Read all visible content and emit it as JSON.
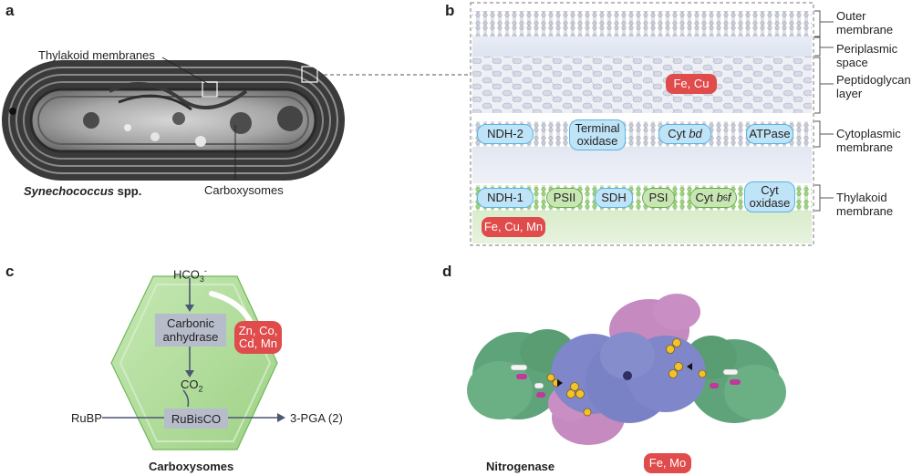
{
  "panel_a": {
    "letter": "a",
    "label_thylakoid": "Thylakoid membranes",
    "label_carboxysomes": "Carboxysomes",
    "species_italic": "Synechococcus",
    "species_suffix": " spp."
  },
  "panel_b": {
    "letter": "b",
    "layers": [
      {
        "line1": "Outer",
        "line2": "membrane"
      },
      {
        "line1": "Periplasmic",
        "line2": "space"
      },
      {
        "line1": "Peptidoglycan",
        "line2": "layer"
      },
      {
        "line1": "Cytoplasmic",
        "line2": "membrane"
      },
      {
        "line1": "Thylakoid",
        "line2": "membrane"
      }
    ],
    "metal_periplasm": "Fe, Cu",
    "metal_thylakoid": "Fe, Cu, Mn",
    "cyto_proteins": [
      "NDH-2",
      "Cyt bd",
      "ATPase"
    ],
    "terminal_oxidase": {
      "line1": "Terminal",
      "line2": "oxidase"
    },
    "cyt_bd": {
      "main": "Cyt ",
      "italic": "bd"
    },
    "thyl_proteins": {
      "ndh1": "NDH-1",
      "psii": "PSII",
      "sdh": "SDH",
      "psi": "PSI",
      "cyt_b6f": {
        "pre": "Cyt ",
        "b": "b",
        "sub": "6",
        "f": "f"
      },
      "cyt_oxidase": {
        "line1": "Cyt",
        "line2": "oxidase"
      }
    }
  },
  "panel_c": {
    "letter": "c",
    "hco3": {
      "base": "HCO",
      "sub": "3",
      "sup": "-"
    },
    "carbonic": {
      "line1": "Carbonic",
      "line2": "anhydrase"
    },
    "co2": {
      "base": "CO",
      "sub": "2"
    },
    "rubisco": "RuBisCO",
    "rubp": "RuBP",
    "pga": "3-PGA (2)",
    "metals": {
      "line1": "Zn, Co,",
      "line2": "Cd, Mn"
    },
    "caption": "Carboxysomes"
  },
  "panel_d": {
    "letter": "d",
    "caption": "Nitrogenase",
    "metals": "Fe, Mo"
  },
  "colors": {
    "metal_red": "#e04b4b",
    "protein_blue": "#bfe4f7",
    "thylakoid_green": "#c8e6b3",
    "hexagon_green": "#a9d98f",
    "nitro_green": "#5fa37a",
    "nitro_blue": "#7f86c9",
    "nitro_pink": "#c58ac0"
  }
}
